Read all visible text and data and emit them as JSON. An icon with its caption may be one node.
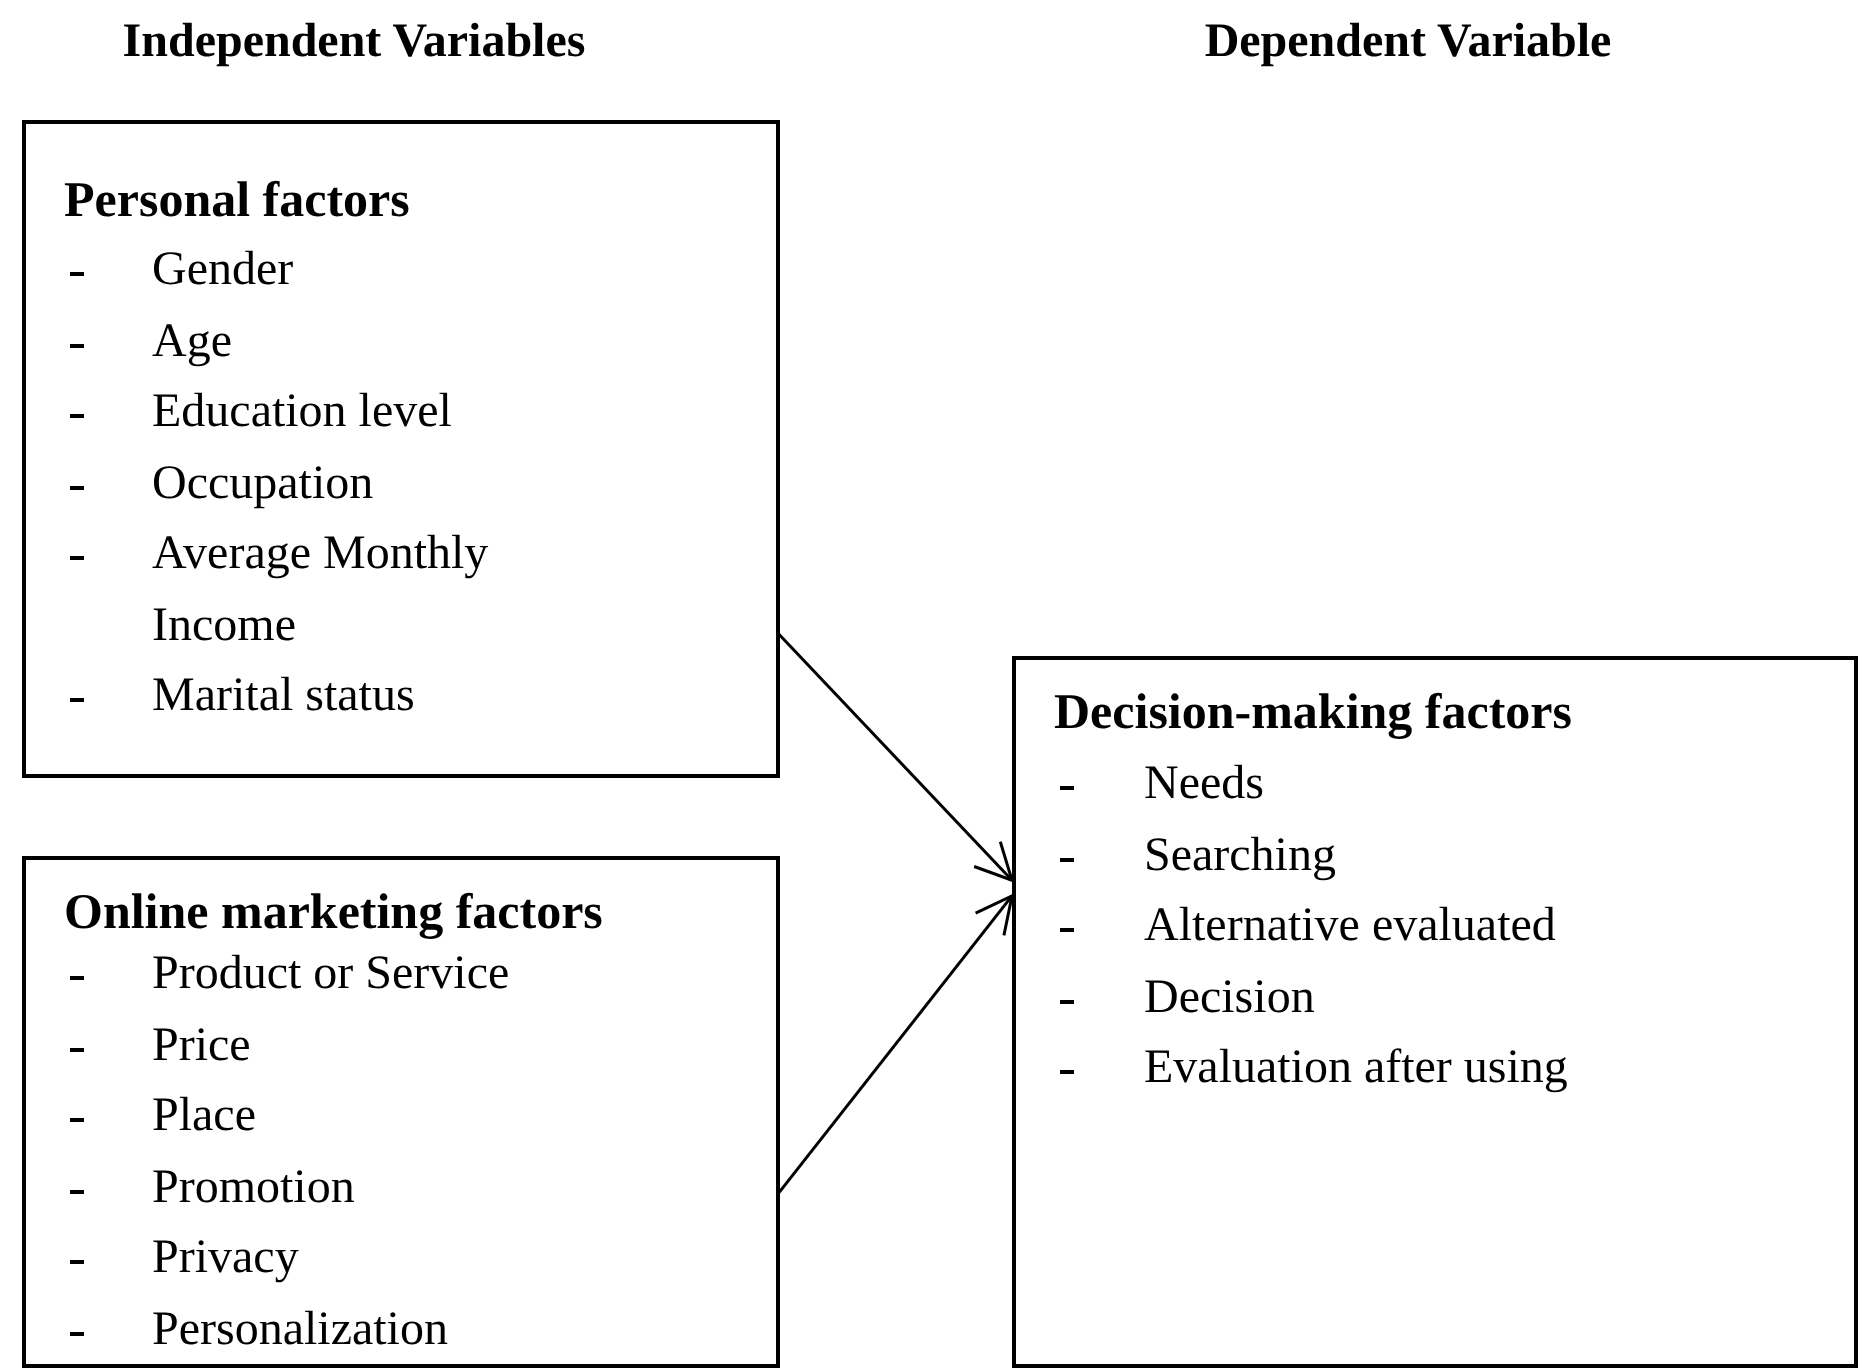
{
  "diagram": {
    "nodes": [
      {
        "text": [
          "Personal factors",
          "Gender",
          "Age",
          "Education level",
          "Occupation",
          "Average Monthly Income",
          "Marital status"
        ]
      },
      {
        "text": [
          "Online marketing factors",
          "Product or Service",
          "Price",
          "Place",
          "Promotion",
          "Privacy",
          "Personalization"
        ]
      },
      {
        "text": [
          "Decision-making factors",
          "Needs",
          "Searching",
          "Alternative evaluated",
          "Decision",
          "Evaluation after using"
        ]
      }
    ],
    "edges": [
      {
        "from": 0,
        "to": 2,
        "arrow": "to"
      },
      {
        "from": 1,
        "to": 2,
        "arrow": "to"
      }
    ],
    "labels": [
      "Independent Variables",
      "Dependent Variable"
    ]
  }
}
